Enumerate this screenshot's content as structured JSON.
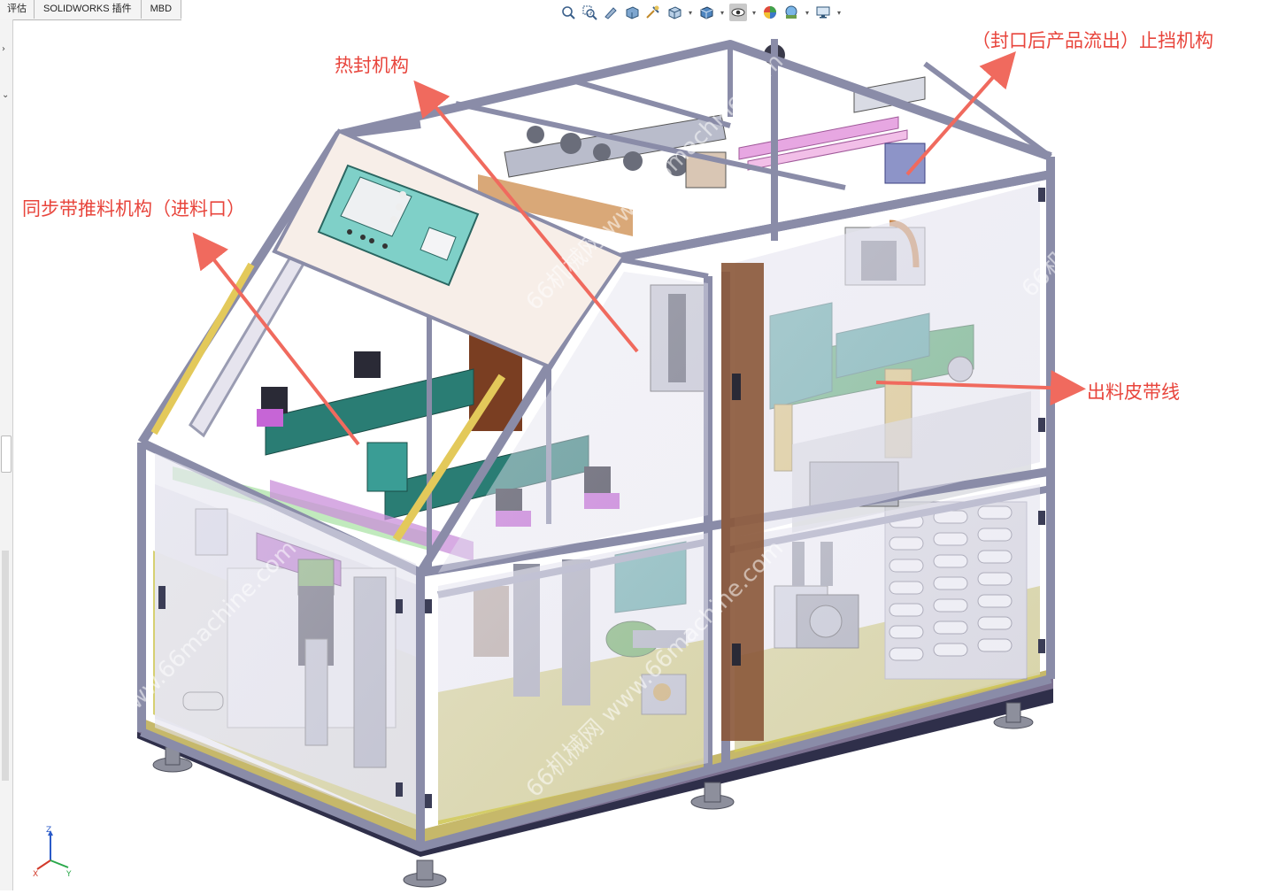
{
  "tabs": [
    {
      "label": "评估"
    },
    {
      "label": "SOLIDWORKS 插件"
    },
    {
      "label": "MBD"
    }
  ],
  "toolbar": {
    "icons": [
      "zoom-to-fit-icon",
      "zoom-to-area-icon",
      "previous-view-icon",
      "section-view-icon",
      "dynamic-annotation-icon",
      "view-orientation-icon",
      "display-style-icon",
      "hide-show-icon",
      "edit-appearance-icon",
      "apply-scene-icon",
      "view-settings-icon"
    ]
  },
  "annotations": {
    "heat_seal": "热封机构",
    "stopper": "（封口后产品流出）止挡机构",
    "sync_belt": "同步带推料机构（进料口）",
    "outfeed": "出料皮带线"
  },
  "watermark": {
    "text": "66机械网 www.66machine.com"
  },
  "triad": {
    "x": "X",
    "y": "Y",
    "z": "Z"
  },
  "colors": {
    "annotation": "#e8453c",
    "frame": "#8a8ca8",
    "base_floor": "#cfc858",
    "panel_teal": "#3f9c95",
    "hmi_panel": "#7fd0c8",
    "cover": "#f7eee8",
    "brown_plate": "#8a5638"
  }
}
